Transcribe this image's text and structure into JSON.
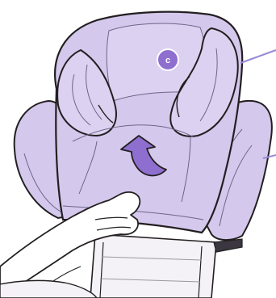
{
  "illustration": {
    "step_marker": "c",
    "colors": {
      "seat_fill": "#d4c8ec",
      "seat_fill_light": "#e2d9f4",
      "outline": "#231f20",
      "seam": "#6f6589",
      "accent": "#8e6fd0",
      "skin": "#ffffff",
      "pointer_line": "#9a8ad6",
      "frame": "#f2f0f5"
    },
    "icons": [
      "seat-backrest",
      "headrest",
      "side-wing",
      "up-arrow",
      "hand",
      "pointer-line",
      "base-frame"
    ]
  }
}
